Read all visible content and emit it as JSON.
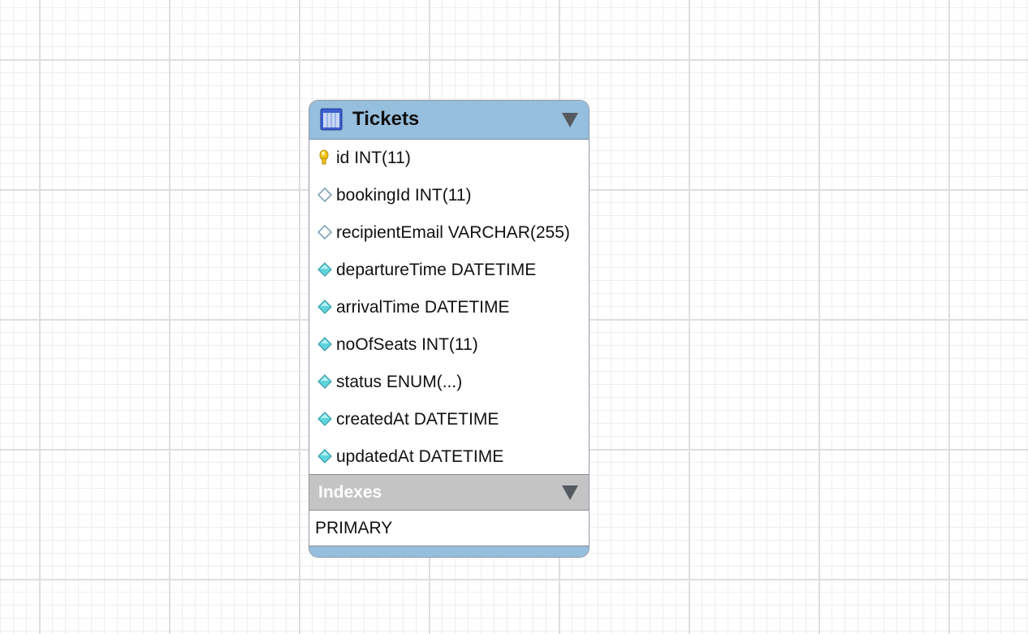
{
  "table": {
    "title": "Tickets",
    "header_color": "#96bedd",
    "columns": [
      {
        "name": "id",
        "type": "INT(11)",
        "icon": "primary-key-icon"
      },
      {
        "name": "bookingId",
        "type": "INT(11)",
        "icon": "nullable-column-icon"
      },
      {
        "name": "recipientEmail",
        "type": "VARCHAR(255)",
        "icon": "nullable-column-icon"
      },
      {
        "name": "departureTime",
        "type": "DATETIME",
        "icon": "not-null-column-icon"
      },
      {
        "name": "arrivalTime",
        "type": "DATETIME",
        "icon": "not-null-column-icon"
      },
      {
        "name": "noOfSeats",
        "type": "INT(11)",
        "icon": "not-null-column-icon"
      },
      {
        "name": "status",
        "type": "ENUM(...)",
        "icon": "not-null-column-icon"
      },
      {
        "name": "createdAt",
        "type": "DATETIME",
        "icon": "not-null-column-icon"
      },
      {
        "name": "updatedAt",
        "type": "DATETIME",
        "icon": "not-null-column-icon"
      }
    ]
  },
  "indexes": {
    "title": "Indexes",
    "header_color": "#c4c4c4",
    "items": [
      "PRIMARY"
    ]
  }
}
